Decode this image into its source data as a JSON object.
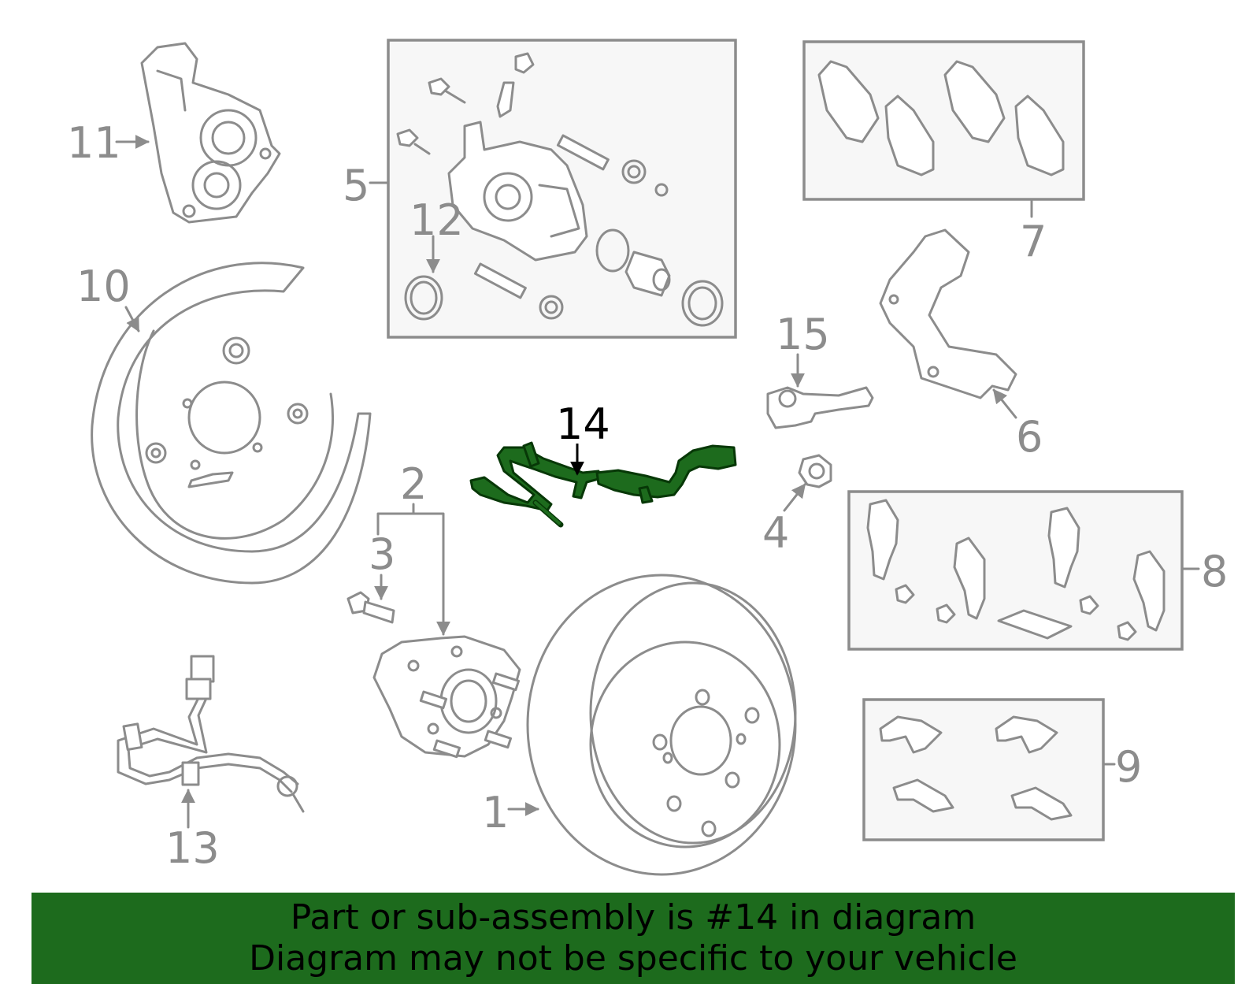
{
  "diagram": {
    "highlighted_part": "14",
    "highlight_color": "#1d6b1d",
    "line_color": "#8c8c8c",
    "callouts": [
      "1",
      "2",
      "3",
      "4",
      "5",
      "6",
      "7",
      "8",
      "9",
      "10",
      "11",
      "12",
      "13",
      "14",
      "15"
    ]
  },
  "banner": {
    "line1": "Part or sub-assembly is #14 in diagram",
    "line2": "Diagram may not be specific to your vehicle",
    "background": "#1d6b1d"
  }
}
